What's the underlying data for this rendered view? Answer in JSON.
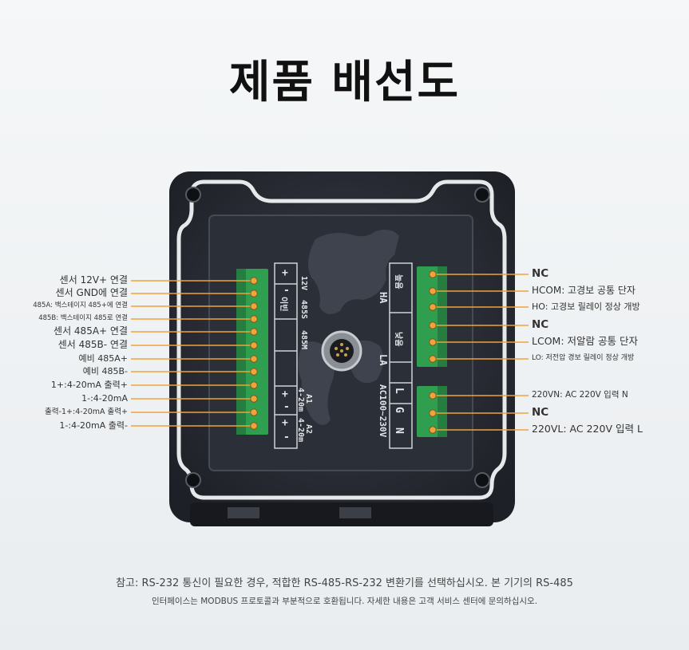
{
  "title": "제품 배선도",
  "left_labels": [
    "센서 12V+ 연결",
    "센서 GND에 연결",
    "485A: 백스테이지 485+에 연결",
    "485B: 백스테이지 485로 연결",
    "센서 485A+ 연결",
    "센서 485B- 연결",
    "예비 485A+",
    "예비 485B-",
    "1+:4-20mA 출력+",
    "1-:4-20mA",
    "출력-1+:4-20mA 출력+",
    "1-:4-20mA 출력-"
  ],
  "right_labels": [
    "NC",
    "HCOM: 고경보 공통 단자",
    "HO: 고경보 릴레이 정상 개방",
    "NC",
    "LCOM: 저알람 공통 단자",
    "LO: 저전압 경보 릴레이 정상 개방",
    "220VN: AC 220V 입력 N",
    "NC",
    "220VL: AC 220V 입력 L"
  ],
  "board_text": {
    "v12": "12V",
    "plus": "+",
    "minus": "-",
    "sensor": "이빈",
    "s485": "485S",
    "m485": "485M",
    "a1": "A1",
    "a2": "A2",
    "ma1": "4-20m",
    "ma2": "4-20m",
    "alarm_h": "높음",
    "alarm_l": "낮음",
    "ha": "HA",
    "la": "LA",
    "l": "L",
    "g": "G",
    "n": "N",
    "ac": "AC100~230V"
  },
  "notes": [
    "참고: RS-232 통신이 필요한 경우, 적합한 RS-485-RS-232 변환기를 선택하십시오. 본 기기의 RS-485",
    "인터페이스는 MODBUS 프로토콜과 부분적으로 호환됩니다. 자세한 내용은 고객 서비스 센터에 문의하십시오."
  ],
  "colors": {
    "title": "#111111",
    "leader_line": "#f0a23c",
    "terminal_green": "#2f9e4f",
    "screw_orange": "#f0a23c",
    "housing": "#2a2d35",
    "gasket": "#e6e8ea"
  }
}
